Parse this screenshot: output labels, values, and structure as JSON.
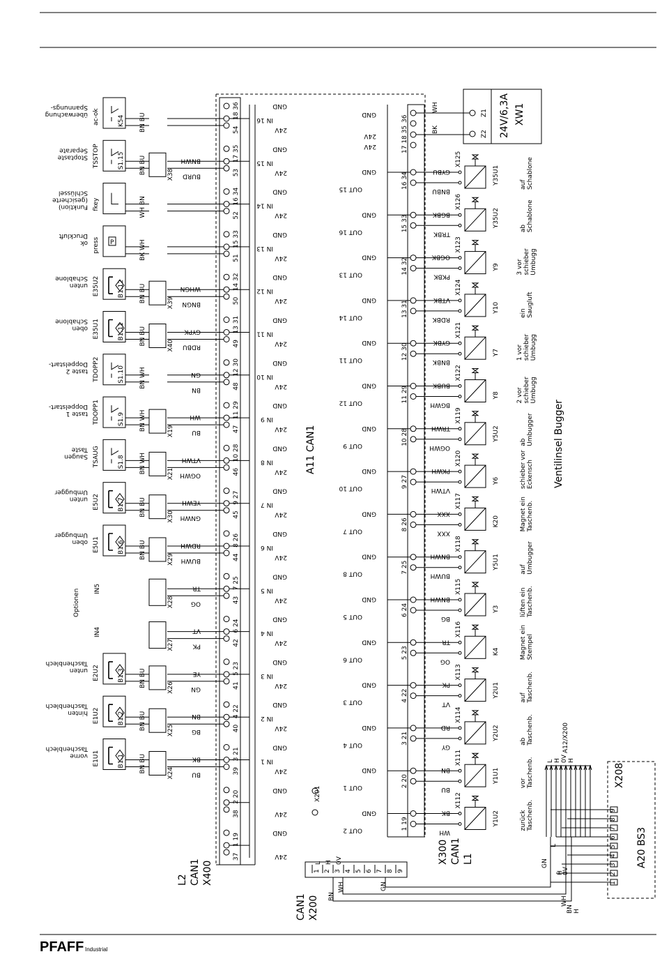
{
  "footer": {
    "brand": "PFAFF",
    "sub": "Industrial"
  },
  "labels": {
    "x400": "X400",
    "can1_left": "CAN1",
    "l2": "L2",
    "a11": "A11 CAN1",
    "x300": "X300",
    "can1_mid": "CAN1",
    "l1": "L1",
    "can1_bottom": "CAN1",
    "x200": "X200",
    "x201": "X201",
    "x208": "X208",
    "a20": "A20 BS3",
    "xw1": "XW1",
    "fuse": "24V/6,3A",
    "ventil": "Ventilinsel Bugger",
    "a12": "A12/X200",
    "optionen": "Optionen",
    "in4": "IN4",
    "in5": "IN5",
    "z1": "Z1",
    "z2": "Z2"
  },
  "gnd_label": "GND",
  "v24_label": "24V",
  "left_rows": [
    {
      "in": "IN 16",
      "gnd": "18 36",
      "v": "54",
      "comp": "ac-ok",
      "tag": "K54",
      "desc": "Spannungs-\nüberwachung",
      "wires": [
        "BN",
        "BU"
      ],
      "xc": "",
      "w1": "",
      "w2": "",
      "type": "box"
    },
    {
      "in": "IN 15",
      "gnd": "17 35",
      "v": "53",
      "comp": "TSSTOP",
      "tag": "S1.15",
      "desc": "Separate\nStoptaste",
      "wires": [
        "BN",
        "BU"
      ],
      "xc": "X38",
      "w1": "BNWH",
      "w2": "BURD",
      "type": "sw"
    },
    {
      "in": "IN 14",
      "gnd": "16 34",
      "v": "52",
      "comp": "fkey",
      "tag": "",
      "desc": "Schlüssel\n(gesicherte\nFunktion)",
      "wires": [
        "WH",
        "BN"
      ],
      "xc": "",
      "w1": "",
      "w2": "",
      "type": "key"
    },
    {
      "in": "IN 13",
      "gnd": "15 33",
      "v": "51",
      "comp": "press",
      "tag": "P",
      "desc": "Druckluft\nok",
      "wires": [
        "BK",
        "WH"
      ],
      "xc": "",
      "w1": "",
      "w2": "",
      "type": "press"
    },
    {
      "in": "IN 12",
      "gnd": "14 32",
      "v": "50",
      "comp": "E35U2",
      "tag": "B1.12",
      "desc": "Schablone\nunten",
      "wires": [
        "BN",
        "BU"
      ],
      "xc": "X39",
      "w1": "WHGN",
      "w2": "BNGN",
      "type": "sensor"
    },
    {
      "in": "IN 11",
      "gnd": "13 31",
      "v": "49",
      "comp": "E35U1",
      "tag": "B1.11",
      "desc": "Schablone\noben",
      "wires": [
        "BN",
        "BU"
      ],
      "xc": "X40",
      "w1": "GYPK",
      "w2": "RDBU",
      "type": "sensor"
    },
    {
      "in": "IN 10",
      "gnd": "12 30",
      "v": "48",
      "comp": "TDOPP2",
      "tag": "S1.10",
      "desc": "Doppelstart-\ntaste 2",
      "wires": [
        "BN",
        "WH"
      ],
      "xc": "",
      "w1": "GN",
      "w2": "BN",
      "type": "sw"
    },
    {
      "in": "IN 9",
      "gnd": "11 29",
      "v": "47",
      "comp": "TDOPP1",
      "tag": "S1.9",
      "desc": "Doppelstart-\ntaste 1",
      "wires": [
        "BN",
        "WH"
      ],
      "xc": "X19",
      "w1": "WH",
      "w2": "BU",
      "type": "sw"
    },
    {
      "in": "IN 8",
      "gnd": "10 28",
      "v": "46",
      "comp": "TSAUG",
      "tag": "S1.8",
      "desc": "Taste\nSaugen",
      "wires": [
        "BN",
        "WH"
      ],
      "xc": "X21",
      "w1": "VTWH",
      "w2": "OGWH",
      "type": "sw"
    },
    {
      "in": "IN 7",
      "gnd": "9 27",
      "v": "45",
      "comp": "E5U2",
      "tag": "B1.7",
      "desc": "Umbugger\nunten",
      "wires": [
        "BN",
        "BU"
      ],
      "xc": "X30",
      "w1": "YEWH",
      "w2": "GNWH",
      "type": "sensor"
    },
    {
      "in": "IN 6",
      "gnd": "8 26",
      "v": "44",
      "comp": "E5U1",
      "tag": "B1.6",
      "desc": "Umbugger\noben",
      "wires": [
        "BN",
        "BU"
      ],
      "xc": "X29",
      "w1": "RDWH",
      "w2": "BUWH",
      "type": "sensor"
    },
    {
      "in": "IN 5",
      "gnd": "7 25",
      "v": "43",
      "comp": "",
      "tag": "",
      "desc": "",
      "wires": [],
      "xc": "X28",
      "w1": "TR",
      "w2": "OG",
      "type": "opt"
    },
    {
      "in": "IN 4",
      "gnd": "6 24",
      "v": "42",
      "comp": "",
      "tag": "",
      "desc": "",
      "wires": [],
      "xc": "X27",
      "w1": "VT",
      "w2": "PK",
      "type": "opt"
    },
    {
      "in": "IN 3",
      "gnd": "5 23",
      "v": "41",
      "comp": "E2U2",
      "tag": "B1.3",
      "desc": "Taschenblech\nunten",
      "wires": [
        "BN",
        "BU"
      ],
      "xc": "X26",
      "w1": "YE",
      "w2": "GN",
      "type": "sensor"
    },
    {
      "in": "IN 2",
      "gnd": "4 22",
      "v": "40",
      "comp": "E1U2",
      "tag": "B1.2",
      "desc": "Taschenblech\nhinten",
      "wires": [
        "BN",
        "BU"
      ],
      "xc": "X25",
      "w1": "BN",
      "w2": "BG",
      "type": "sensor"
    },
    {
      "in": "IN 1",
      "gnd": "3 21",
      "v": "39",
      "comp": "E1U1",
      "tag": "B1.1",
      "desc": "Taschenblech\nvorne",
      "wires": [
        "BN",
        "BU"
      ],
      "xc": "X24",
      "w1": "BK",
      "w2": "BU",
      "type": "sensor"
    },
    {
      "in": "",
      "gnd": "2 20",
      "v": "38",
      "comp": "",
      "tag": "",
      "desc": "",
      "wires": [],
      "xc": "",
      "w1": "",
      "w2": "",
      "type": "none"
    },
    {
      "in": "",
      "gnd": "1 19",
      "v": "37",
      "comp": "",
      "tag": "",
      "desc": "",
      "wires": [],
      "xc": "",
      "w1": "",
      "w2": "",
      "type": "none"
    }
  ],
  "right_top": {
    "pins1": "36",
    "pins2": "17 18 35",
    "w1": "WH",
    "w2": "BK"
  },
  "right_rows": [
    {
      "out": "OUT 15",
      "pins": "16 34",
      "xc": "X125",
      "w1": "GYBU",
      "w2": "BNBU",
      "y": "Y35U1",
      "desc": "Schablone\nauf"
    },
    {
      "out": "OUT 16",
      "pins": "15 33",
      "xc": "X126",
      "w1": "BGBK",
      "w2": "TRBK",
      "y": "Y35U2",
      "desc": "Schablone\nab"
    },
    {
      "out": "OUT 13",
      "pins": "14 32",
      "xc": "X123",
      "w1": "OGBK",
      "w2": "PKBK",
      "y": "Y9",
      "desc": "Umbugg\nschieber\n3 vor"
    },
    {
      "out": "OUT 14",
      "pins": "13 31",
      "xc": "X124",
      "w1": "VTBK",
      "w2": "RDBK",
      "y": "Y10",
      "desc": "Saugluft\nein"
    },
    {
      "out": "OUT 11",
      "pins": "12 30",
      "xc": "X121",
      "w1": "GYBK",
      "w2": "BNBK",
      "y": "Y7",
      "desc": "Umbugg\nschieber\n1 vor"
    },
    {
      "out": "OUT 12",
      "pins": "11 29",
      "xc": "X122",
      "w1": "BUBK",
      "w2": "BGWH",
      "y": "Y8",
      "desc": "Umbugg\nschieber\n2 vor"
    },
    {
      "out": "OUT 9",
      "pins": "10 28",
      "xc": "X119",
      "w1": "TRWH",
      "w2": "OGWH",
      "y": "Y5U2",
      "desc": "Umbugger\nab"
    },
    {
      "out": "OUT 10",
      "pins": "9 27",
      "xc": "X120",
      "w1": "PKWH",
      "w2": "VTWH",
      "y": "Y6",
      "desc": "Eckensch\nschieber vor"
    },
    {
      "out": "OUT 7",
      "pins": "8 26",
      "xc": "X117",
      "w1": "XXX",
      "w2": "XXX",
      "y": "K20",
      "desc": "Taschenb.\nMagnet ein"
    },
    {
      "out": "OUT 8",
      "pins": "7 25",
      "xc": "X118",
      "w1": "BNWH",
      "w2": "BUWH",
      "y": "Y5U1",
      "desc": "Umbugger\nauf"
    },
    {
      "out": "OUT 5",
      "pins": "6 24",
      "xc": "X115",
      "w1": "BNWH",
      "w2": "BG",
      "y": "Y3",
      "desc": "Taschenb.\nlüften ein"
    },
    {
      "out": "OUT 6",
      "pins": "5 23",
      "xc": "X116",
      "w1": "TR",
      "w2": "OG",
      "y": "K4",
      "desc": "Stempel\nMagnet ein"
    },
    {
      "out": "OUT 3",
      "pins": "4 22",
      "xc": "X113",
      "w1": "PK",
      "w2": "VT",
      "y": "Y2U1",
      "desc": "Taschenb.\nauf"
    },
    {
      "out": "OUT 4",
      "pins": "3 21",
      "xc": "X114",
      "w1": "RD",
      "w2": "GY",
      "y": "Y2U2",
      "desc": "Taschenb.\nab"
    },
    {
      "out": "OUT 1",
      "pins": "2 20",
      "xc": "X111",
      "w1": "BN",
      "w2": "BU",
      "y": "Y1U1",
      "desc": "Taschenb.\nvor"
    },
    {
      "out": "OUT 2",
      "pins": "1 19",
      "xc": "X112",
      "w1": "BK",
      "w2": "WH",
      "y": "Y1U2",
      "desc": "Taschenb.\nzurück"
    }
  ],
  "x200_pins": [
    "1",
    "2",
    "3",
    "4",
    "5",
    "6",
    "7",
    "8",
    "9"
  ],
  "x200_sigs": [
    "L",
    "H",
    "0V"
  ],
  "x208_pins": [
    "1",
    "2",
    "3",
    "4",
    "5",
    "6",
    "7",
    "8",
    "9"
  ],
  "a12_sigs": [
    "L",
    "H",
    "0V",
    "H"
  ],
  "bottom_wires": [
    "BN",
    "WH",
    "GN",
    "BN",
    "H"
  ],
  "bus_wires": [
    "GN",
    "L",
    "H",
    "0V",
    "WH"
  ]
}
